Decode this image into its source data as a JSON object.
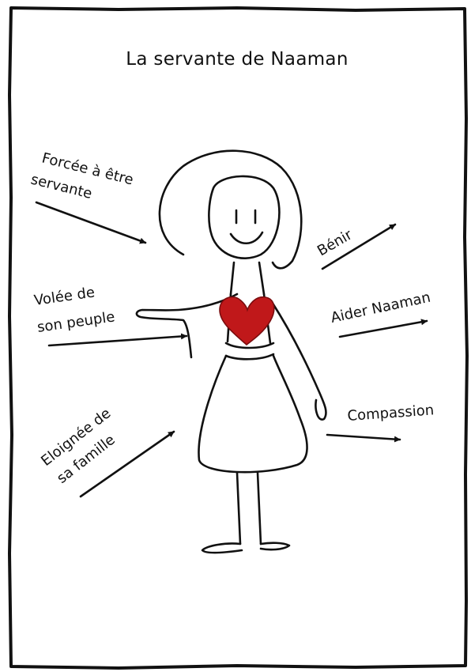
{
  "title": "La servante de Naaman",
  "labels": {
    "forcee_line1": "Forcée à être",
    "forcee_line2": "servante",
    "volee_line1": "Volée de",
    "volee_line2": "son peuple",
    "eloignee_line1": "Eloignée de",
    "eloignee_line2": "sa famille",
    "benir": "Bénir",
    "aider": "Aider Naaman",
    "compassion": "Compassion"
  },
  "colors": {
    "ink": "#111111",
    "heart": "#c0181a",
    "background": "#ffffff"
  },
  "icons": {
    "figure": "stick-figure-girl-icon",
    "heart": "heart-icon"
  }
}
